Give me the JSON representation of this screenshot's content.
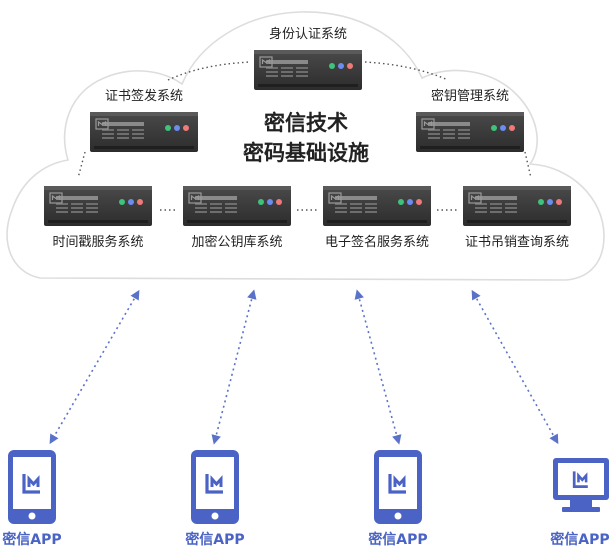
{
  "center": {
    "line1": "密信技术",
    "line2": "密码基础设施"
  },
  "systems": {
    "identity": "身份认证系统",
    "cert_issue": "证书签发系统",
    "key_mgmt": "密钥管理系统",
    "timestamp": "时间戳服务系统",
    "encrypted_pk": "加密公钥库系统",
    "esign": "电子签名服务系统",
    "revocation": "证书吊销查询系统"
  },
  "clients": [
    {
      "label": "密信APP",
      "device": "phone"
    },
    {
      "label": "密信APP",
      "device": "phone"
    },
    {
      "label": "密信APP",
      "device": "phone"
    },
    {
      "label": "密信APP",
      "device": "monitor"
    }
  ],
  "colors": {
    "server_body": "#3b3b3b",
    "led_green": "#3fc27a",
    "led_blue": "#6d8cf0",
    "led_red": "#f07a7a",
    "accent_blue": "#4a63c4",
    "cloud_stroke": "#dddddd"
  }
}
